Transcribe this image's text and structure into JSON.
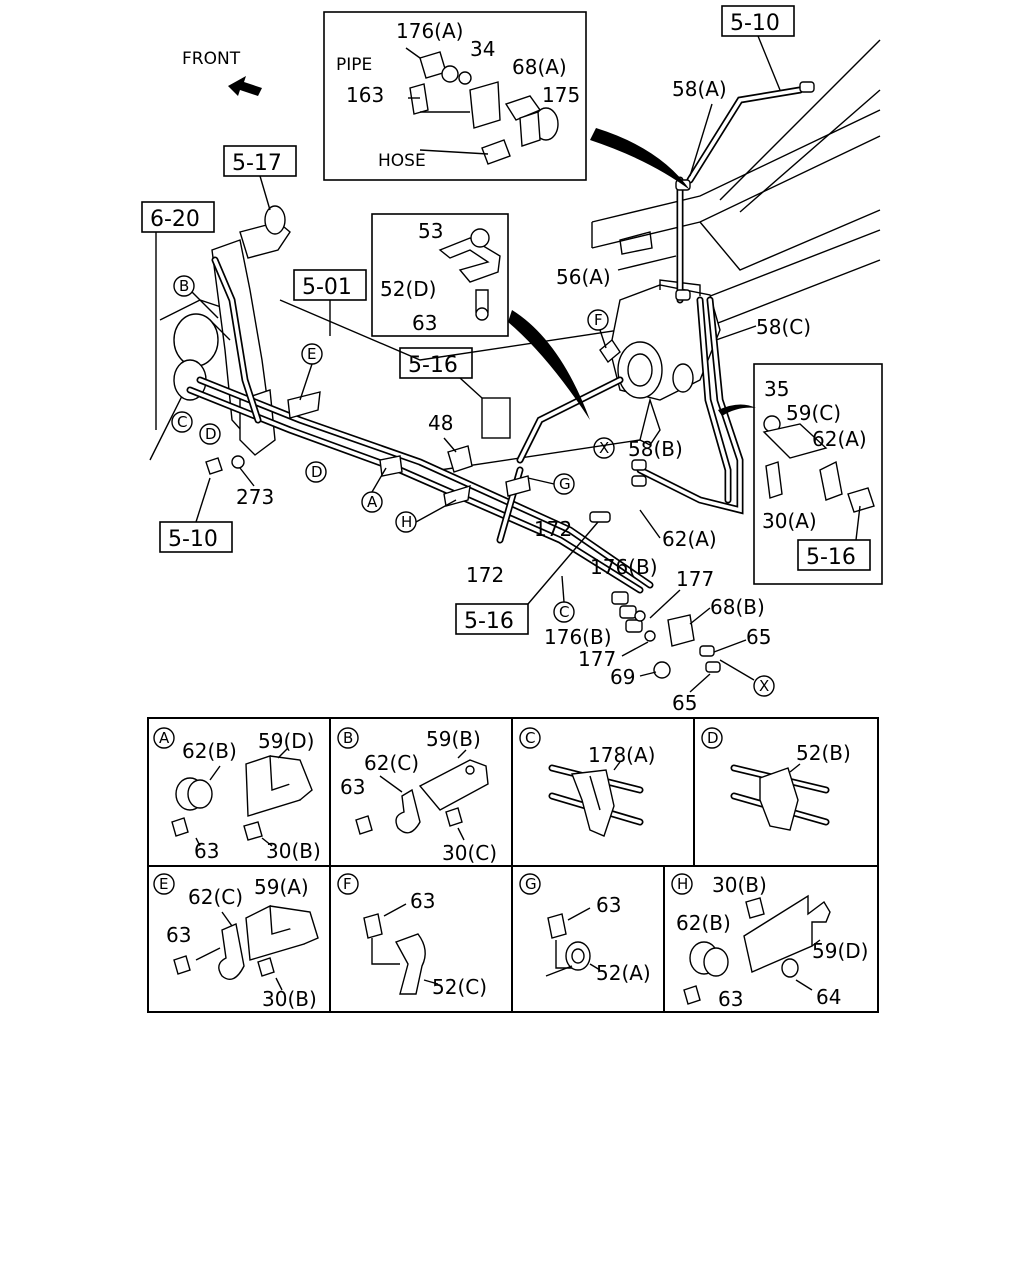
{
  "front": "FRONT",
  "refs": {
    "r_510_top": "5-10",
    "r_517": "5-17",
    "r_620": "6-20",
    "r_501": "5-01",
    "r_516_mid": "5-16",
    "r_510_left": "5-10",
    "r_516_bot": "5-16",
    "r_516_right": "5-16"
  },
  "inset_top": {
    "pipe": "PIPE",
    "hose": "HOSE",
    "p176a": "176(A)",
    "p34": "34",
    "p68a": "68(A)",
    "p163": "163",
    "p175": "175"
  },
  "inset_clip": {
    "p53": "53",
    "p52d": "52(D)",
    "p63": "63"
  },
  "inset_right": {
    "p35": "35",
    "p59c": "59(C)",
    "p62a": "62(A)",
    "p30a": "30(A)"
  },
  "labels": {
    "p58a": "58(A)",
    "p56a": "56(A)",
    "p58c": "58(C)",
    "p48": "48",
    "p273": "273",
    "p58b": "58(B)",
    "p62a": "62(A)",
    "p172a": "172",
    "p172b": "172",
    "p176b_a": "176(B)",
    "p177_a": "177",
    "p68b": "68(B)",
    "p176b_b": "176(B)",
    "p65_a": "65",
    "p177_b": "177",
    "p69": "69",
    "p65_b": "65"
  },
  "markers": {
    "A": "A",
    "B": "B",
    "C": "C",
    "D": "D",
    "E": "E",
    "F": "F",
    "G": "G",
    "H": "H",
    "X": "X"
  },
  "details": {
    "A": {
      "l1": "62(B)",
      "l2": "59(D)",
      "l3": "63",
      "l4": "30(B)"
    },
    "B": {
      "l1": "62(C)",
      "l2": "59(B)",
      "l3": "63",
      "l4": "30(C)"
    },
    "C": {
      "l1": "178(A)"
    },
    "D": {
      "l1": "52(B)"
    },
    "E": {
      "l1": "62(C)",
      "l2": "59(A)",
      "l3": "63",
      "l4": "30(B)"
    },
    "F": {
      "l1": "63",
      "l2": "52(C)"
    },
    "G": {
      "l1": "63",
      "l2": "52(A)"
    },
    "H": {
      "l1": "30(B)",
      "l2": "62(B)",
      "l3": "59(D)",
      "l4": "63",
      "l5": "64"
    }
  }
}
